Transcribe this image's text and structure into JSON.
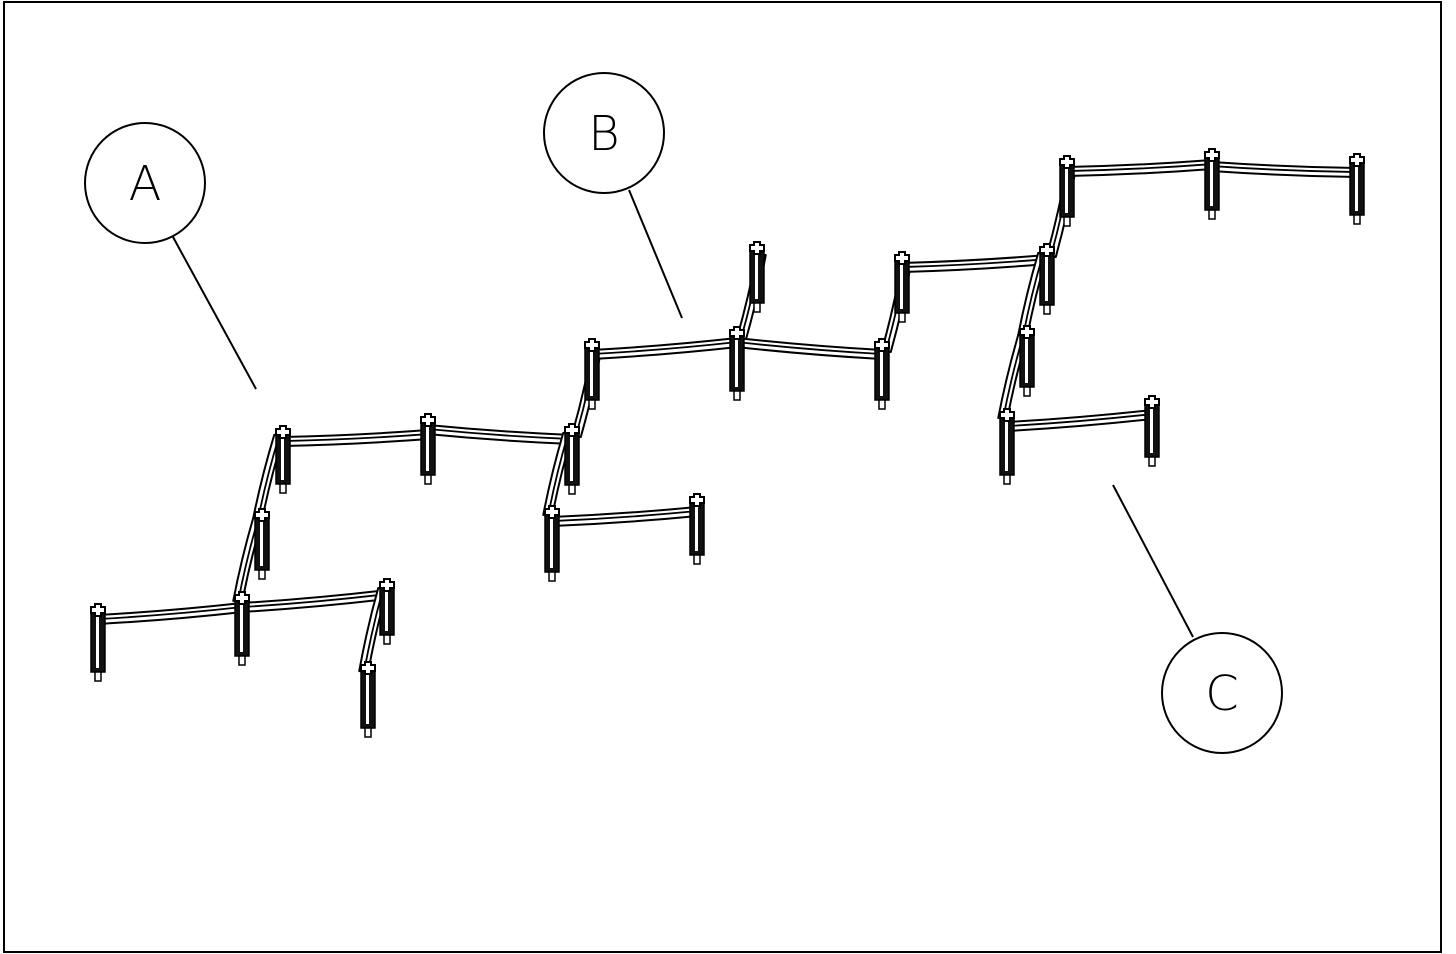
{
  "callouts": {
    "a": {
      "label": "A"
    },
    "b": {
      "label": "B"
    },
    "c": {
      "label": "C"
    }
  },
  "colors": {
    "line": "#000000",
    "background": "#ffffff",
    "post_fill": "#111111"
  }
}
